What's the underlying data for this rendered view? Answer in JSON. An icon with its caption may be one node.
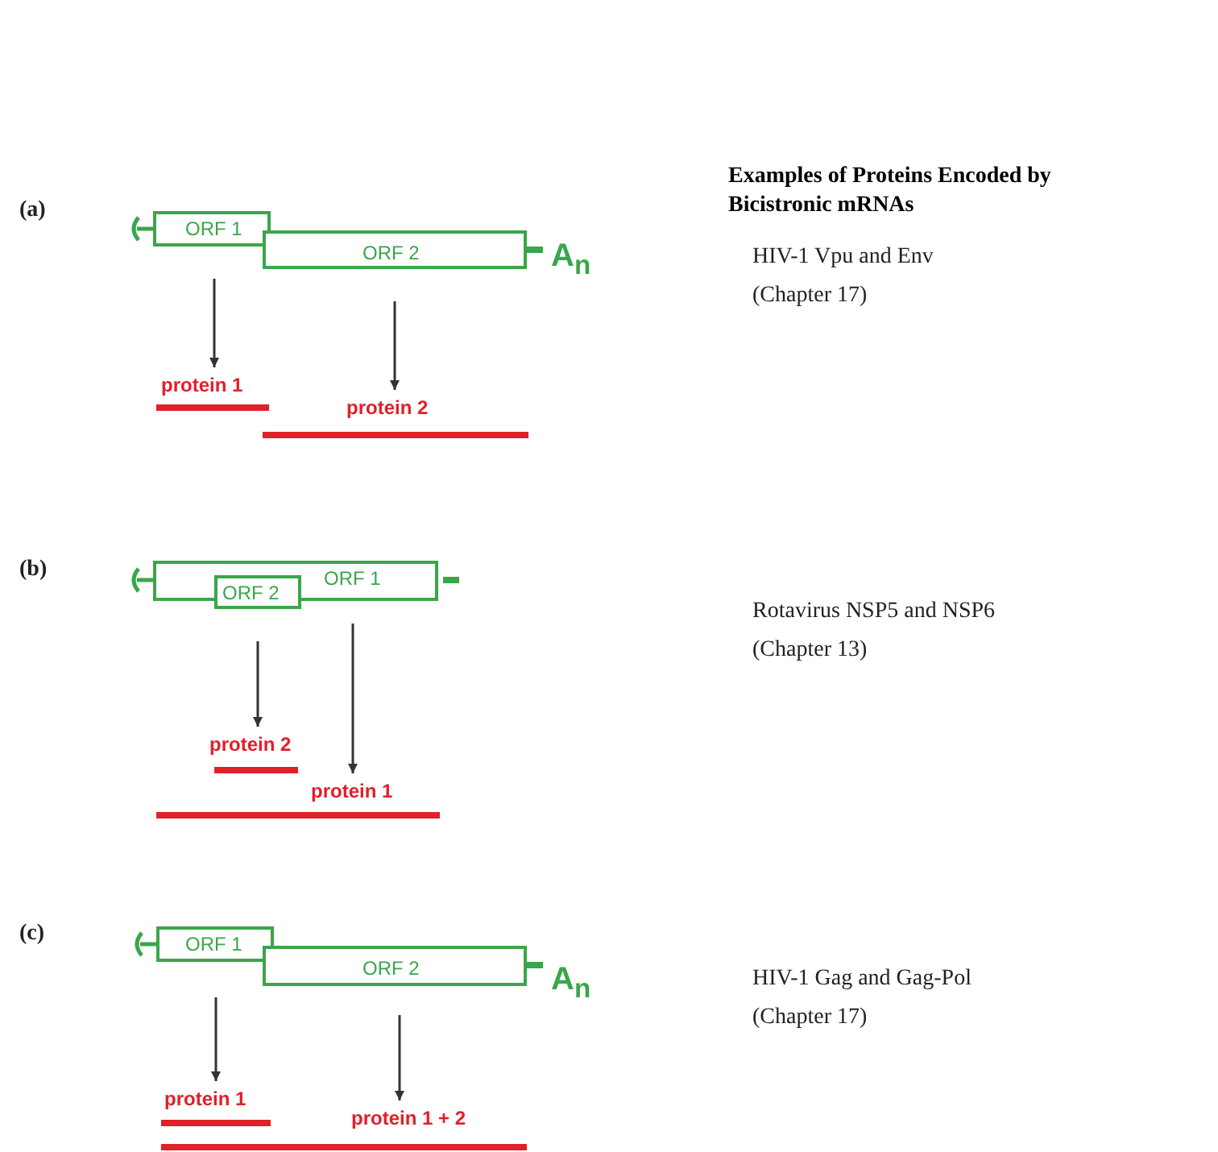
{
  "diagram": {
    "title": "Examples of Proteins Encoded by Bicistronic mRNAs",
    "nodes": [
      {
        "text": [
          "ORF 1"
        ]
      },
      {
        "text": [
          "ORF 2"
        ]
      },
      {
        "text": [
          "protein 1"
        ]
      },
      {
        "text": [
          "protein 2"
        ]
      },
      {
        "text": [
          "ORF 1"
        ]
      },
      {
        "text": [
          "ORF 2"
        ]
      },
      {
        "text": [
          "protein 2"
        ]
      },
      {
        "text": [
          "protein 1"
        ]
      },
      {
        "text": [
          "ORF 1"
        ]
      },
      {
        "text": [
          "ORF 2"
        ]
      },
      {
        "text": [
          "protein 1"
        ]
      },
      {
        "text": [
          "protein 1 + 2"
        ]
      }
    ],
    "edges": [
      {
        "from": 0,
        "to": 2,
        "arrow": "to"
      },
      {
        "from": 1,
        "to": 3,
        "arrow": "to"
      },
      {
        "from": 5,
        "to": 6,
        "arrow": "to"
      },
      {
        "from": 4,
        "to": 7,
        "arrow": "to"
      },
      {
        "from": 8,
        "to": 10,
        "arrow": "to"
      },
      {
        "from": 9,
        "to": 11,
        "arrow": "to"
      }
    ],
    "labels": [
      "(a)",
      "A$_{n}$",
      "HIV-1 Vpu and Env",
      "(Chapter 17)",
      "(b)",
      "Rotavirus NSP5 and NSP6",
      "(Chapter 13)",
      "(c)",
      "A$_{n}$",
      "HIV-1 Gag and Gag-Pol",
      "(Chapter 17)"
    ]
  }
}
